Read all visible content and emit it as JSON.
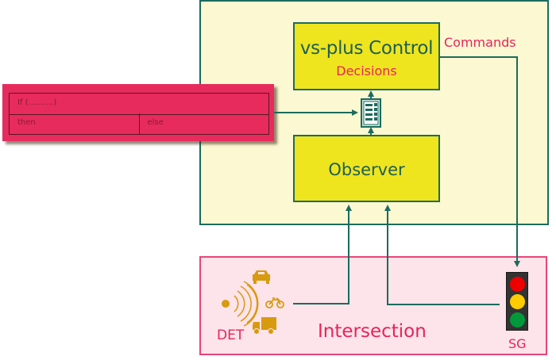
{
  "diagram": {
    "control_box": {
      "title": "vs-plus Control",
      "subtitle": "Decisions"
    },
    "observer_box": {
      "title": "Observer"
    },
    "commands_label": "Commands",
    "intersection_label": "Intersection",
    "detector_label": "DET",
    "signal_group_label": "SG",
    "rule_table": {
      "condition": "If (..........)",
      "then_label": "then",
      "else_label": "else"
    },
    "traffic_light": {
      "lamps": [
        "red",
        "yellow",
        "green"
      ]
    },
    "colors": {
      "line": "#1c6b5d",
      "accent_text": "#e7245a",
      "box_fill": "#eee51e",
      "outer_fill": "#fcf8d2",
      "intersection_fill": "#fde3ea",
      "rule_fill": "#e72b5d",
      "icon": "#d89a0e",
      "lamp_red": "#ee0000",
      "lamp_yellow": "#ffcc00",
      "lamp_green": "#00993a"
    }
  }
}
